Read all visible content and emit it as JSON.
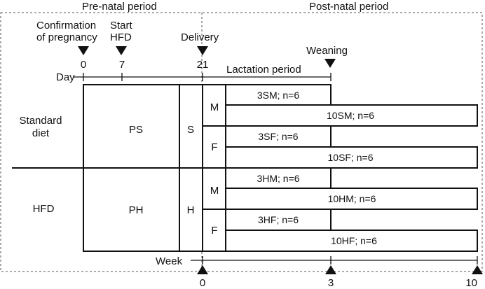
{
  "periods": {
    "prenatal": "Pre-natal period",
    "postnatal": "Post-natal period"
  },
  "events": {
    "confirmation_line1": "Confirmation",
    "confirmation_line2": "of pregnancy",
    "start_line1": "Start",
    "start_line2": "HFD",
    "delivery": "Delivery",
    "weaning": "Weaning"
  },
  "day_axis": {
    "label": "Day",
    "ticks": [
      "0",
      "7",
      "21"
    ],
    "lactation_label": "Lactation period"
  },
  "diets": {
    "standard_line1": "Standard",
    "standard_line2": "diet",
    "hfd": "HFD"
  },
  "maternal": {
    "ps": "PS",
    "ph": "PH",
    "s": "S",
    "h": "H"
  },
  "sex": {
    "male": "M",
    "female": "F"
  },
  "groups": {
    "g3sm": "3SM; n=6",
    "g10sm": "10SM; n=6",
    "g3sf": "3SF; n=6",
    "g10sf": "10SF; n=6",
    "g3hm": "3HM; n=6",
    "g10hm": "10HM; n=6",
    "g3hf": "3HF; n=6",
    "g10hf": "10HF; n=6"
  },
  "week_axis": {
    "label": "Week",
    "ticks": [
      "0",
      "3",
      "10"
    ]
  }
}
